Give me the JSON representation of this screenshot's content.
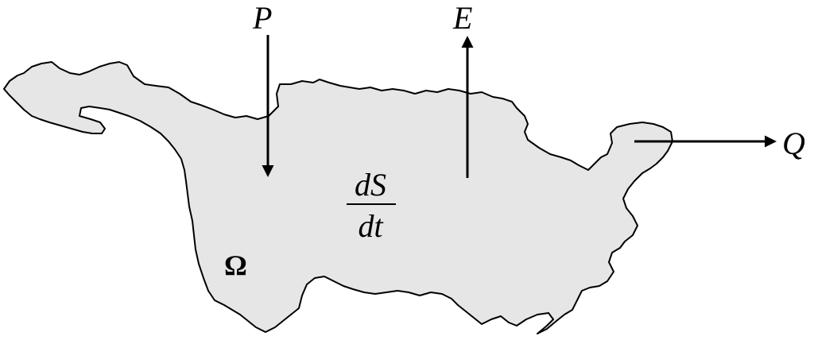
{
  "labels": {
    "precipitation": "P",
    "evaporation": "E",
    "discharge": "Q",
    "storage_numerator": "dS",
    "storage_denominator": "dt",
    "domain": "Ω"
  },
  "colors": {
    "basin_fill": "#e6e6e6",
    "outline": "#000000",
    "arrow": "#000000",
    "background": "#ffffff"
  }
}
